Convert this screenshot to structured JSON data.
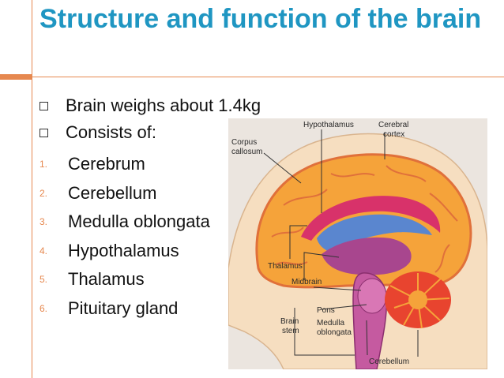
{
  "slide": {
    "title": "Structure and function of the brain",
    "bullets": [
      "Brain weighs about 1.4kg",
      "Consists of:"
    ],
    "parts": [
      {
        "num": "1.",
        "text": "Cerebrum"
      },
      {
        "num": "2.",
        "text": "Cerebellum"
      },
      {
        "num": "3.",
        "text": "Medulla oblongata"
      },
      {
        "num": "4.",
        "text": "Hypothalamus"
      },
      {
        "num": "5.",
        "text": "Thalamus"
      },
      {
        "num": "6.",
        "text": "Pituitary gland"
      }
    ]
  },
  "diagram": {
    "labels": {
      "hypothalamus": "Hypothalamus",
      "cerebral_cortex_1": "Cerebral",
      "cerebral_cortex_2": "cortex",
      "corpus_callosum_1": "Corpus",
      "corpus_callosum_2": "callosum",
      "thalamus": "Thalamus",
      "midbrain": "Midbrain",
      "pons": "Pons",
      "brain_stem_1": "Brain",
      "brain_stem_2": "stem",
      "medulla_1": "Medulla",
      "medulla_2": "oblongata",
      "cerebellum": "Cerebellum"
    },
    "colors": {
      "background": "#ebe5df",
      "head": "#f6dec0",
      "cortex": "#f5a33a",
      "cortex_edge": "#e0703a",
      "corpus": "#d8326a",
      "ventricle": "#5a86cf",
      "thalamus": "#a8468e",
      "cerebellum": "#e8442f"
    }
  },
  "theme": {
    "title_color": "#1f96c2",
    "accent": "#e6884f"
  }
}
